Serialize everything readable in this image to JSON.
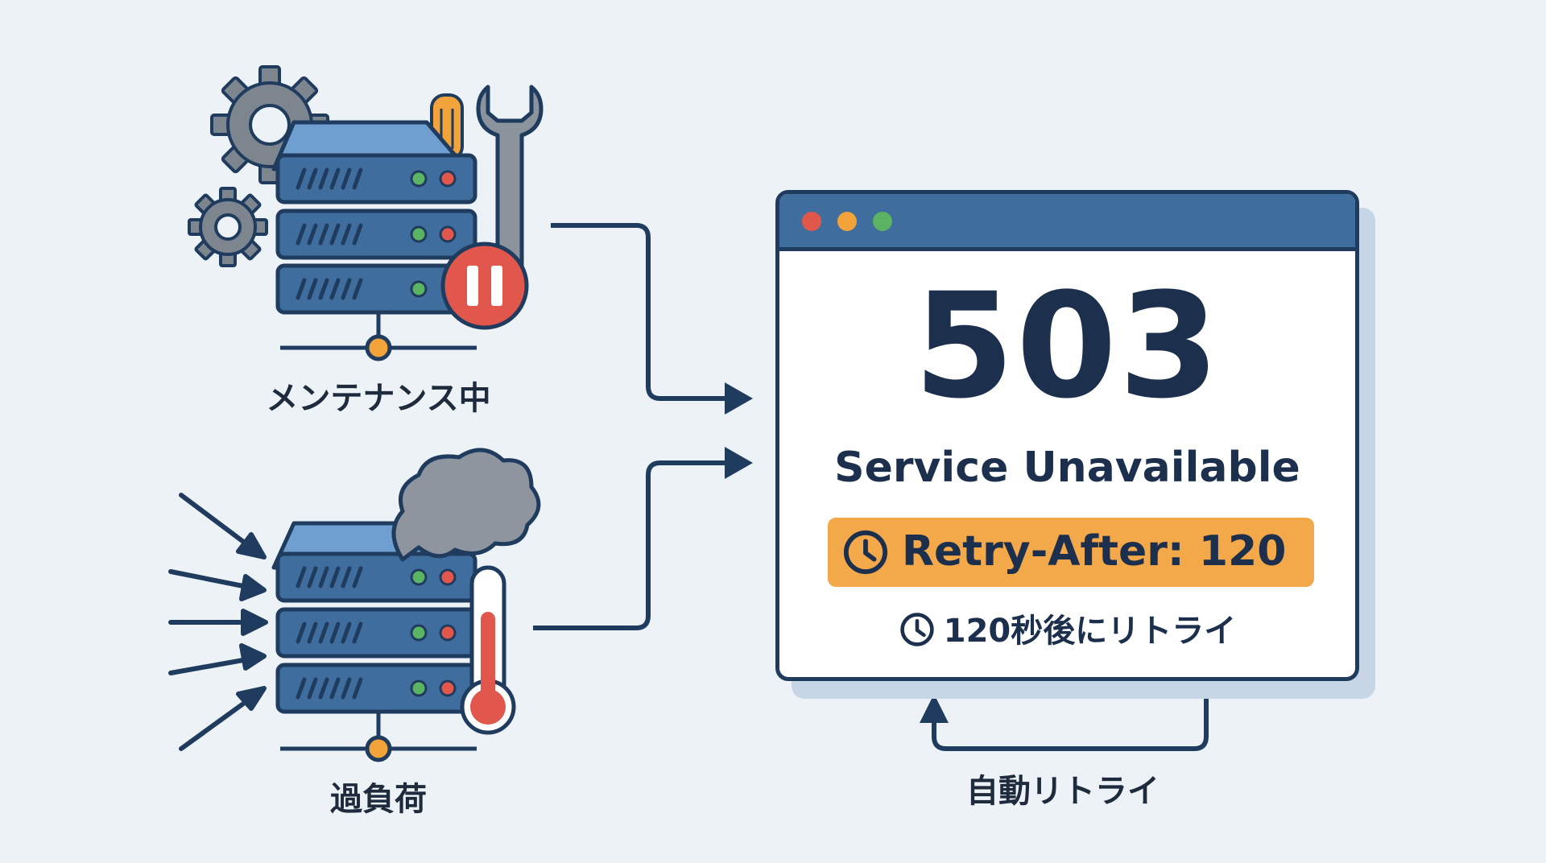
{
  "labels": {
    "maintenance": "メンテナンス中",
    "overload": "過負荷",
    "auto_retry": "自動リトライ"
  },
  "browser": {
    "code": "503",
    "status_text": "Service Unavailable",
    "retry_header": "Retry-After: 120",
    "retry_note": "120秒後にリトライ"
  },
  "icons": {
    "maintenance": [
      "gear-icon",
      "server-icon",
      "wrench-icon",
      "screwdriver-icon",
      "pause-icon"
    ],
    "overload": [
      "incoming-request-arrows-icon",
      "server-icon",
      "smoke-cloud-icon",
      "thermometer-icon"
    ],
    "browser": [
      "clock-icon"
    ]
  },
  "colors": {
    "background": "#edf2f7",
    "navy": "#1f3b5e",
    "server_blue": "#3f6d9e",
    "accent_orange": "#f3a84a",
    "alert_red": "#e2574c",
    "led_green": "#5bb463"
  }
}
